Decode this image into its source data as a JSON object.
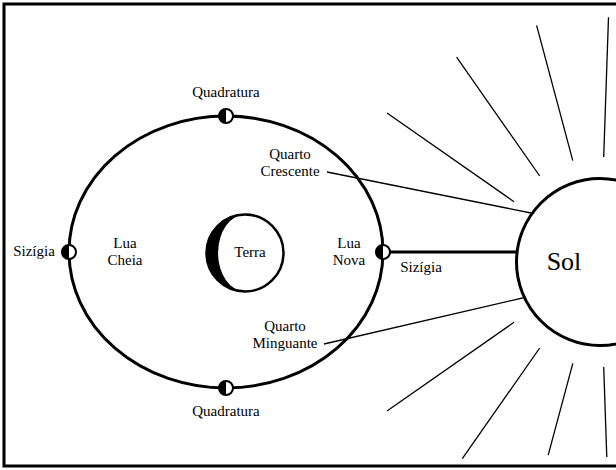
{
  "diagram": {
    "nodes": [
      {
        "text": [
          "Terra"
        ]
      },
      {
        "text": [
          "Sol"
        ]
      }
    ],
    "labels": [
      "Quadratura",
      "Quarto Crescente",
      "Sizígia",
      "Lua Cheia",
      "Lua Nova",
      "Sizígia",
      "Quarto Minguante",
      "Quadratura"
    ]
  }
}
